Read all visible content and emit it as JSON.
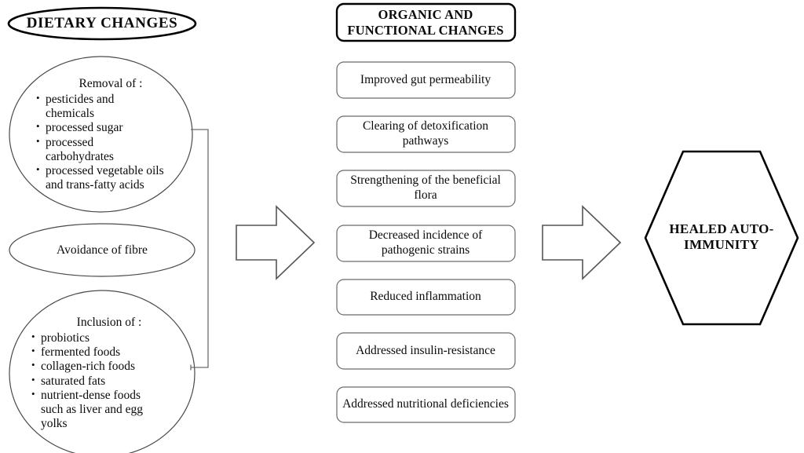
{
  "diagram": {
    "title_node": {
      "label": "DIETARY  CHANGES",
      "shape": "ellipse"
    },
    "left_column": {
      "nodes": [
        {
          "shape": "circle",
          "heading": "Removal of :",
          "items": [
            {
              "text": "pesticides and",
              "bullet": true
            },
            {
              "text": "chemicals",
              "bullet": false
            },
            {
              "text": "processed sugar",
              "bullet": true
            },
            {
              "text": "processed",
              "bullet": true
            },
            {
              "text": "carbohydrates",
              "bullet": false
            },
            {
              "text": "processed vegetable oils",
              "bullet": true
            },
            {
              "text": "and trans-fatty acids",
              "bullet": false
            }
          ]
        },
        {
          "shape": "ellipse",
          "heading": "Avoidance of fibre",
          "items": []
        },
        {
          "shape": "circle",
          "heading": "Inclusion of :",
          "items": [
            {
              "text": "probiotics",
              "bullet": true
            },
            {
              "text": "fermented foods",
              "bullet": true
            },
            {
              "text": "collagen-rich foods",
              "bullet": true
            },
            {
              "text": "saturated fats",
              "bullet": true
            },
            {
              "text": "nutrient-dense foods",
              "bullet": true
            },
            {
              "text": "such as liver and egg",
              "bullet": false
            },
            {
              "text": "yolks",
              "bullet": false
            }
          ]
        }
      ]
    },
    "middle_column": {
      "header": "ORGANIC AND\nFUNCTIONAL CHANGES",
      "header_line1": "ORGANIC AND",
      "header_line2": "FUNCTIONAL CHANGES",
      "boxes": [
        {
          "line1": "Improved gut permeability",
          "line2": ""
        },
        {
          "line1": "Clearing of detoxification",
          "line2": "pathways"
        },
        {
          "line1": "Strengthening of the beneficial",
          "line2": "flora"
        },
        {
          "line1": "Decreased incidence of",
          "line2": "pathogenic strains"
        },
        {
          "line1": "Reduced inflammation",
          "line2": ""
        },
        {
          "line1": "Addressed insulin-resistance",
          "line2": ""
        },
        {
          "line1": "Addressed nutritional deficiencies",
          "line2": ""
        }
      ]
    },
    "outcome": {
      "shape": "hexagon",
      "line1": "HEALED AUTO-",
      "line2": "IMMUNITY"
    },
    "connectors": {
      "bracket": "left-column-bracket",
      "arrow1": "arrow-left-to-middle",
      "arrow2": "arrow-middle-to-outcome"
    },
    "colors": {
      "stroke_thick": "#000000",
      "stroke_thin": "#3f3f3f",
      "text": "#0a0a0a",
      "background": "#ffffff"
    }
  }
}
